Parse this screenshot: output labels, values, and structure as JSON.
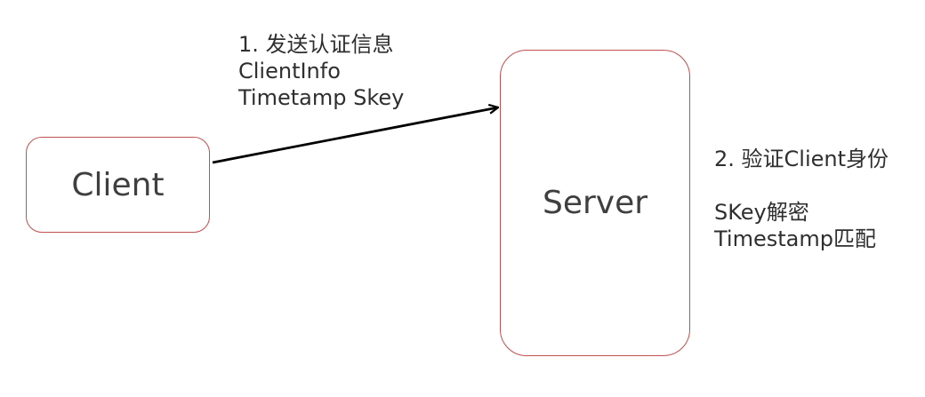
{
  "nodes": {
    "client": {
      "label": "Client"
    },
    "server": {
      "label": "Server"
    }
  },
  "edge_label": {
    "line1": "1. 发送认证信息",
    "line2": "ClientInfo",
    "line3": "Timetamp Skey"
  },
  "server_note": {
    "line1": "2. 验证Client身份",
    "line2": "SKey解密",
    "line3": "Timestamp匹配"
  },
  "colors": {
    "node_border": "#c0504d",
    "arrow": "#000000",
    "text": "#2f2f2f"
  }
}
